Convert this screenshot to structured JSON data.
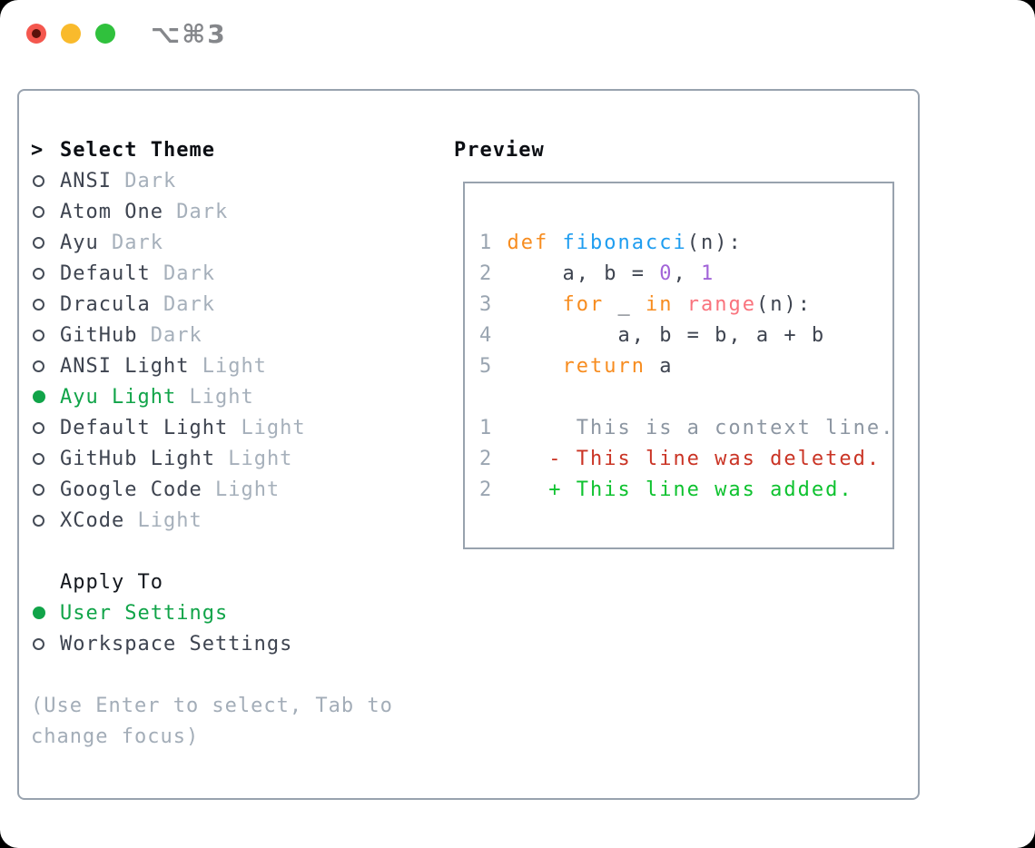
{
  "window": {
    "shortcut_label": "⌥⌘3",
    "traffic_lights": [
      "close",
      "minimize",
      "zoom"
    ]
  },
  "theme_selector": {
    "prompt_glyph": ">",
    "title": "Select Theme",
    "themes": [
      {
        "name": "ANSI",
        "variant": "Dark",
        "selected": false
      },
      {
        "name": "Atom One",
        "variant": "Dark",
        "selected": false
      },
      {
        "name": "Ayu",
        "variant": "Dark",
        "selected": false
      },
      {
        "name": "Default",
        "variant": "Dark",
        "selected": false
      },
      {
        "name": "Dracula",
        "variant": "Dark",
        "selected": false
      },
      {
        "name": "GitHub",
        "variant": "Dark",
        "selected": false
      },
      {
        "name": "ANSI Light",
        "variant": "Light",
        "selected": false
      },
      {
        "name": "Ayu Light",
        "variant": "Light",
        "selected": true
      },
      {
        "name": "Default Light",
        "variant": "Light",
        "selected": false
      },
      {
        "name": "GitHub Light",
        "variant": "Light",
        "selected": false
      },
      {
        "name": "Google Code",
        "variant": "Light",
        "selected": false
      },
      {
        "name": "XCode",
        "variant": "Light",
        "selected": false
      }
    ]
  },
  "apply_to": {
    "title": "Apply To",
    "options": [
      {
        "label": "User Settings",
        "selected": true
      },
      {
        "label": "Workspace Settings",
        "selected": false
      }
    ]
  },
  "help_text": "(Use Enter to select, Tab to change focus)",
  "preview": {
    "title": "Preview",
    "code_lines": [
      {
        "num": "1",
        "segments": [
          {
            "t": "def ",
            "c": "kw"
          },
          {
            "t": "fibonacci",
            "c": "fn"
          },
          {
            "t": "(n):",
            "c": "plain"
          }
        ]
      },
      {
        "num": "2",
        "segments": [
          {
            "t": "    a, b = ",
            "c": "plain"
          },
          {
            "t": "0",
            "c": "num"
          },
          {
            "t": ", ",
            "c": "plain"
          },
          {
            "t": "1",
            "c": "num"
          }
        ]
      },
      {
        "num": "3",
        "segments": [
          {
            "t": "    ",
            "c": "plain"
          },
          {
            "t": "for",
            "c": "kw"
          },
          {
            "t": " _ ",
            "c": "plain"
          },
          {
            "t": "in",
            "c": "kw"
          },
          {
            "t": " ",
            "c": "plain"
          },
          {
            "t": "range",
            "c": "builtin"
          },
          {
            "t": "(n):",
            "c": "plain"
          }
        ]
      },
      {
        "num": "4",
        "segments": [
          {
            "t": "        a, b = b, a + b",
            "c": "plain"
          }
        ]
      },
      {
        "num": "5",
        "segments": [
          {
            "t": "    ",
            "c": "plain"
          },
          {
            "t": "return",
            "c": "kw"
          },
          {
            "t": " a",
            "c": "plain"
          }
        ]
      },
      {
        "num": "",
        "segments": []
      },
      {
        "num": "1",
        "segments": [
          {
            "t": "     This is a context line.",
            "c": "ctx"
          }
        ]
      },
      {
        "num": "2",
        "segments": [
          {
            "t": "   - This line was deleted.",
            "c": "del"
          }
        ]
      },
      {
        "num": "2",
        "segments": [
          {
            "t": "   + This line was added.",
            "c": "add"
          }
        ]
      }
    ]
  },
  "colors": {
    "selection_green": "#11a449",
    "diff_added_green": "#0ec22f",
    "diff_deleted_red": "#ca3425",
    "syntax_keyword_orange": "#f78c1f",
    "syntax_function_blue": "#1e9df0",
    "syntax_number_purple": "#a264d8",
    "syntax_builtin_coral": "#f9737d",
    "text_dark_slate": "#3e4450",
    "muted_gray": "#a6b0bb",
    "border_gray": "#98a2ae",
    "traffic_red": "#f4574e",
    "traffic_yellow": "#f9ba2c",
    "traffic_green": "#30c13d"
  }
}
